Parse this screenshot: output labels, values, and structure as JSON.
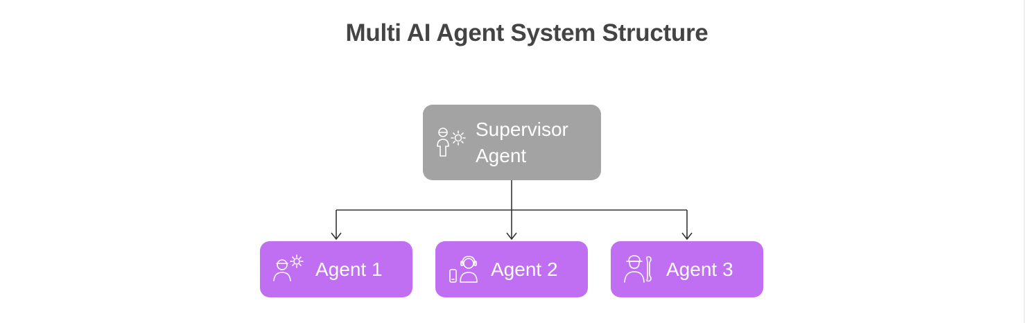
{
  "title": "Multi AI Agent System Structure",
  "supervisor": {
    "label": "Supervisor Agent",
    "icon": "person-gear-icon"
  },
  "agents": [
    {
      "label": "Agent 1",
      "icon": "person-gear-icon"
    },
    {
      "label": "Agent 2",
      "icon": "person-headset-phone-icon"
    },
    {
      "label": "Agent 3",
      "icon": "worker-wrench-icon"
    }
  ],
  "colors": {
    "supervisor": "#a3a3a3",
    "agent": "#c06ef2",
    "connector": "#333333",
    "title": "#444444"
  }
}
